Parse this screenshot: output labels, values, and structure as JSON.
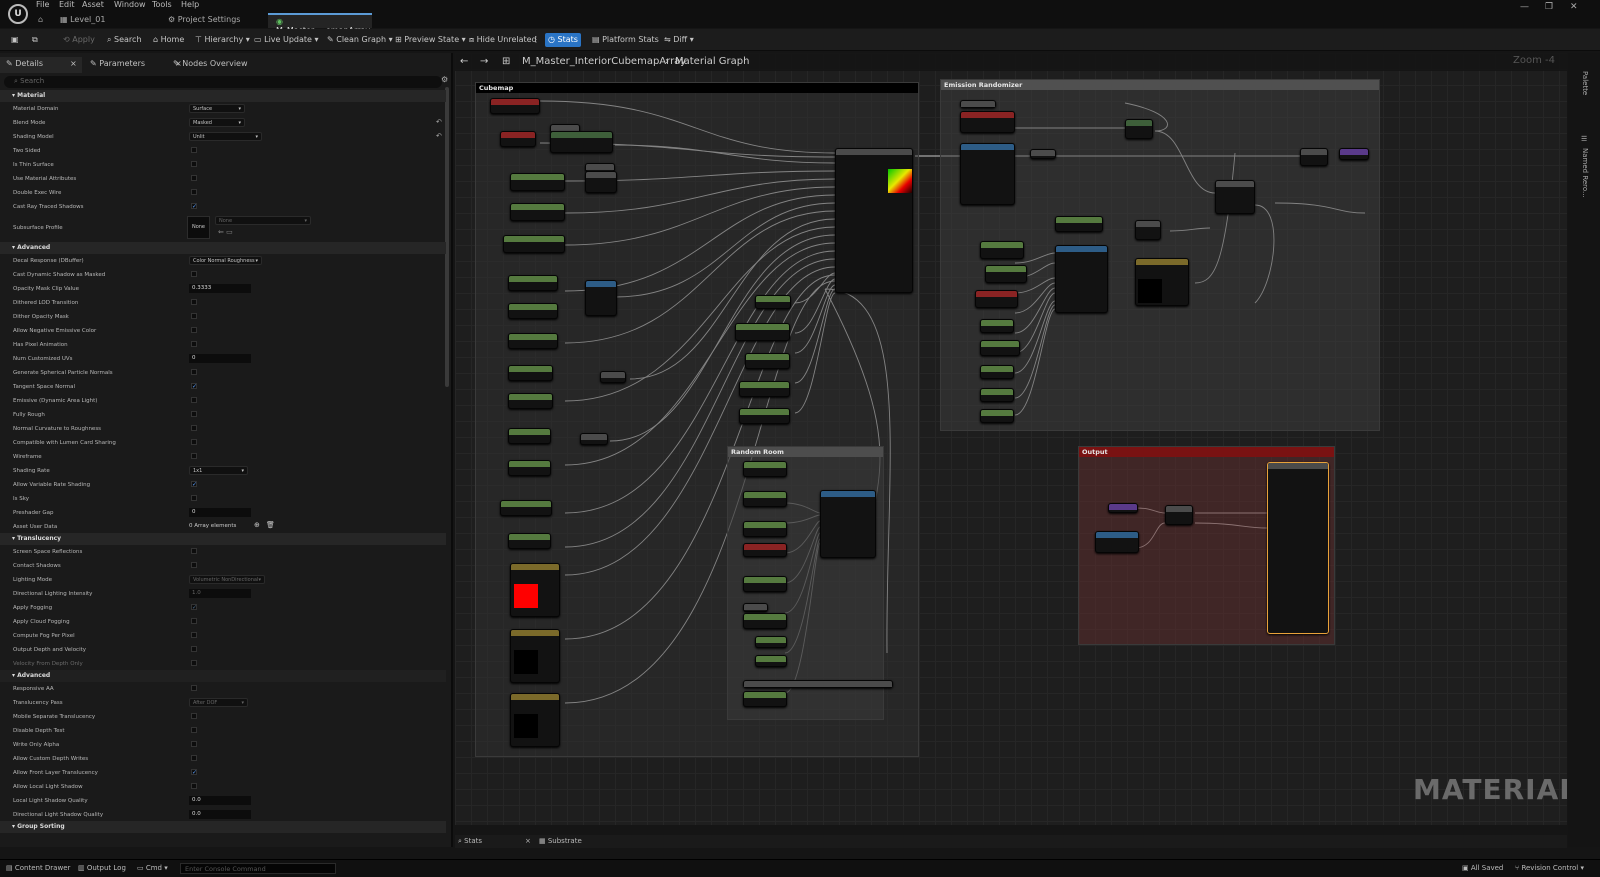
{
  "title_bar": {
    "menus": [
      "File",
      "Edit",
      "Asset",
      "Window",
      "Tools",
      "Help"
    ],
    "tabs": [
      {
        "label": "Level_01",
        "active": false
      },
      {
        "label": "Project Settings",
        "active": false
      },
      {
        "label": "M_Master_...emapArray",
        "active": true
      }
    ]
  },
  "toolbar": {
    "apply": "Apply",
    "search": "Search",
    "home": "Home",
    "hierarchy": "Hierarchy",
    "live_update": "Live Update",
    "clean_graph": "Clean Graph",
    "preview_state": "Preview State",
    "hide_unrelated": "Hide Unrelated",
    "stats": "Stats",
    "platform_stats": "Platform Stats",
    "diff": "Diff"
  },
  "panel": {
    "tabs": [
      "Details",
      "Parameters",
      "Nodes Overview"
    ],
    "search_placeholder": "Search"
  },
  "details": {
    "cat_material": "Material",
    "material_domain": {
      "label": "Material Domain",
      "value": "Surface"
    },
    "blend_mode": {
      "label": "Blend Mode",
      "value": "Masked"
    },
    "shading_model": {
      "label": "Shading Model",
      "value": "Unlit"
    },
    "two_sided": "Two Sided",
    "thin_surface": "Is Thin Surface",
    "use_attrs": "Use Material Attributes",
    "double_exec": "Double Exec Wire",
    "cast_rt": "Cast Ray Traced Shadows",
    "subsurface": {
      "label": "Subsurface Profile",
      "none": "None",
      "dropdown": "None"
    },
    "cat_advanced": "Advanced",
    "decal_response": {
      "label": "Decal Response (DBuffer)",
      "value": "Color Normal Roughness"
    },
    "cast_dyn": "Cast Dynamic Shadow as Masked",
    "opacity_clip": {
      "label": "Opacity Mask Clip Value",
      "value": "0.3333"
    },
    "dithered_lod": "Dithered LOD Transition",
    "dither_opacity": "Dither Opacity Mask",
    "allow_neg": "Allow Negative Emissive Color",
    "pixel_anim": "Has Pixel Animation",
    "num_uvs": {
      "label": "Num Customized UVs",
      "value": "0"
    },
    "spherical": "Generate Spherical Particle Normals",
    "tangent": "Tangent Space Normal",
    "emissive_area": "Emissive (Dynamic Area Light)",
    "fully_rough": "Fully Rough",
    "normal_curv": "Normal Curvature to Roughness",
    "lumen": "Compatible with Lumen Card Sharing",
    "wireframe": "Wireframe",
    "shading_rate": {
      "label": "Shading Rate",
      "value": "1x1"
    },
    "variable_rate": "Allow Variable Rate Shading",
    "is_sky": "Is Sky",
    "preshader_gap": {
      "label": "Preshader Gap",
      "value": "0"
    },
    "asset_user_data": {
      "label": "Asset User Data",
      "value": "0 Array elements"
    },
    "cat_translucency": "Translucency",
    "ssr": "Screen Space Reflections",
    "contact_shadows": "Contact Shadows",
    "lighting_mode": {
      "label": "Lighting Mode",
      "value": "Volumetric NonDirectional"
    },
    "dir_intensity": {
      "label": "Directional Lighting Intensity",
      "value": "1.0"
    },
    "apply_fog": "Apply Fogging",
    "apply_cloud": "Apply Cloud Fogging",
    "fog_per_pixel": "Compute Fog Per Pixel",
    "output_depth": "Output Depth and Velocity",
    "velocity_depth": "Velocity From Depth Only",
    "cat_advanced2": "Advanced",
    "responsive_aa": "Responsive AA",
    "trans_pass": {
      "label": "Translucency Pass",
      "value": "After DOF"
    },
    "mobile_sep": "Mobile Separate Translucency",
    "disable_depth": "Disable Depth Test",
    "write_alpha": "Write Only Alpha",
    "custom_depth": "Allow Custom Depth Writes",
    "front_layer": "Allow Front Layer Translucency",
    "local_shadow": "Allow Local Light Shadow",
    "local_quality": {
      "label": "Local Light Shadow Quality",
      "value": "0.0"
    },
    "dir_quality": {
      "label": "Directional Light Shadow Quality",
      "value": "0.0"
    },
    "cat_group": "Group Sorting"
  },
  "graph": {
    "breadcrumb": [
      "M_Master_InteriorCubemapArray",
      "Material Graph"
    ],
    "zoom": "Zoom -4",
    "comments": {
      "cubemap": "Cubemap",
      "emission": "Emission Randomizer",
      "random_room": "Random Room",
      "output": "Output"
    },
    "watermark": "MATERIAL"
  },
  "right_strip": {
    "palette": "Palette",
    "named_reroutes": "Named Rero..."
  },
  "bottom_tabs": {
    "stats": "Stats",
    "substrate": "Substrate"
  },
  "statusbar": {
    "content_drawer": "Content Drawer",
    "output_log": "Output Log",
    "cmd": "Cmd",
    "console_placeholder": "Enter Console Command",
    "all_saved": "All Saved",
    "revision": "Revision Control"
  }
}
